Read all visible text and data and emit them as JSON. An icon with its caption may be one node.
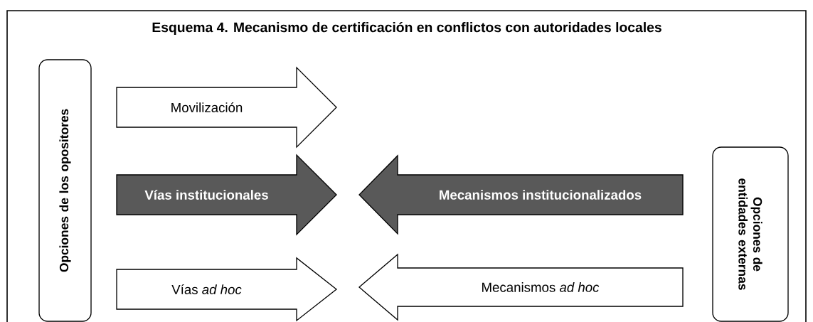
{
  "diagram": {
    "title": "Esquema 4. Mecanismo de certificación en conflictos con autoridades locales",
    "nodes": [
      {
        "text": [
          "Opciones de los opositores"
        ]
      },
      {
        "text": [
          "Movilización"
        ]
      },
      {
        "text": [
          "Vías institucionales"
        ]
      },
      {
        "text": [
          "Mecanismos institucionalizados"
        ]
      },
      {
        "text": [
          "Vías *ad hoc*"
        ]
      },
      {
        "text": [
          "Mecanismos *ad hoc*"
        ]
      },
      {
        "text": [
          "Opciones de entidades externas"
        ]
      }
    ]
  }
}
